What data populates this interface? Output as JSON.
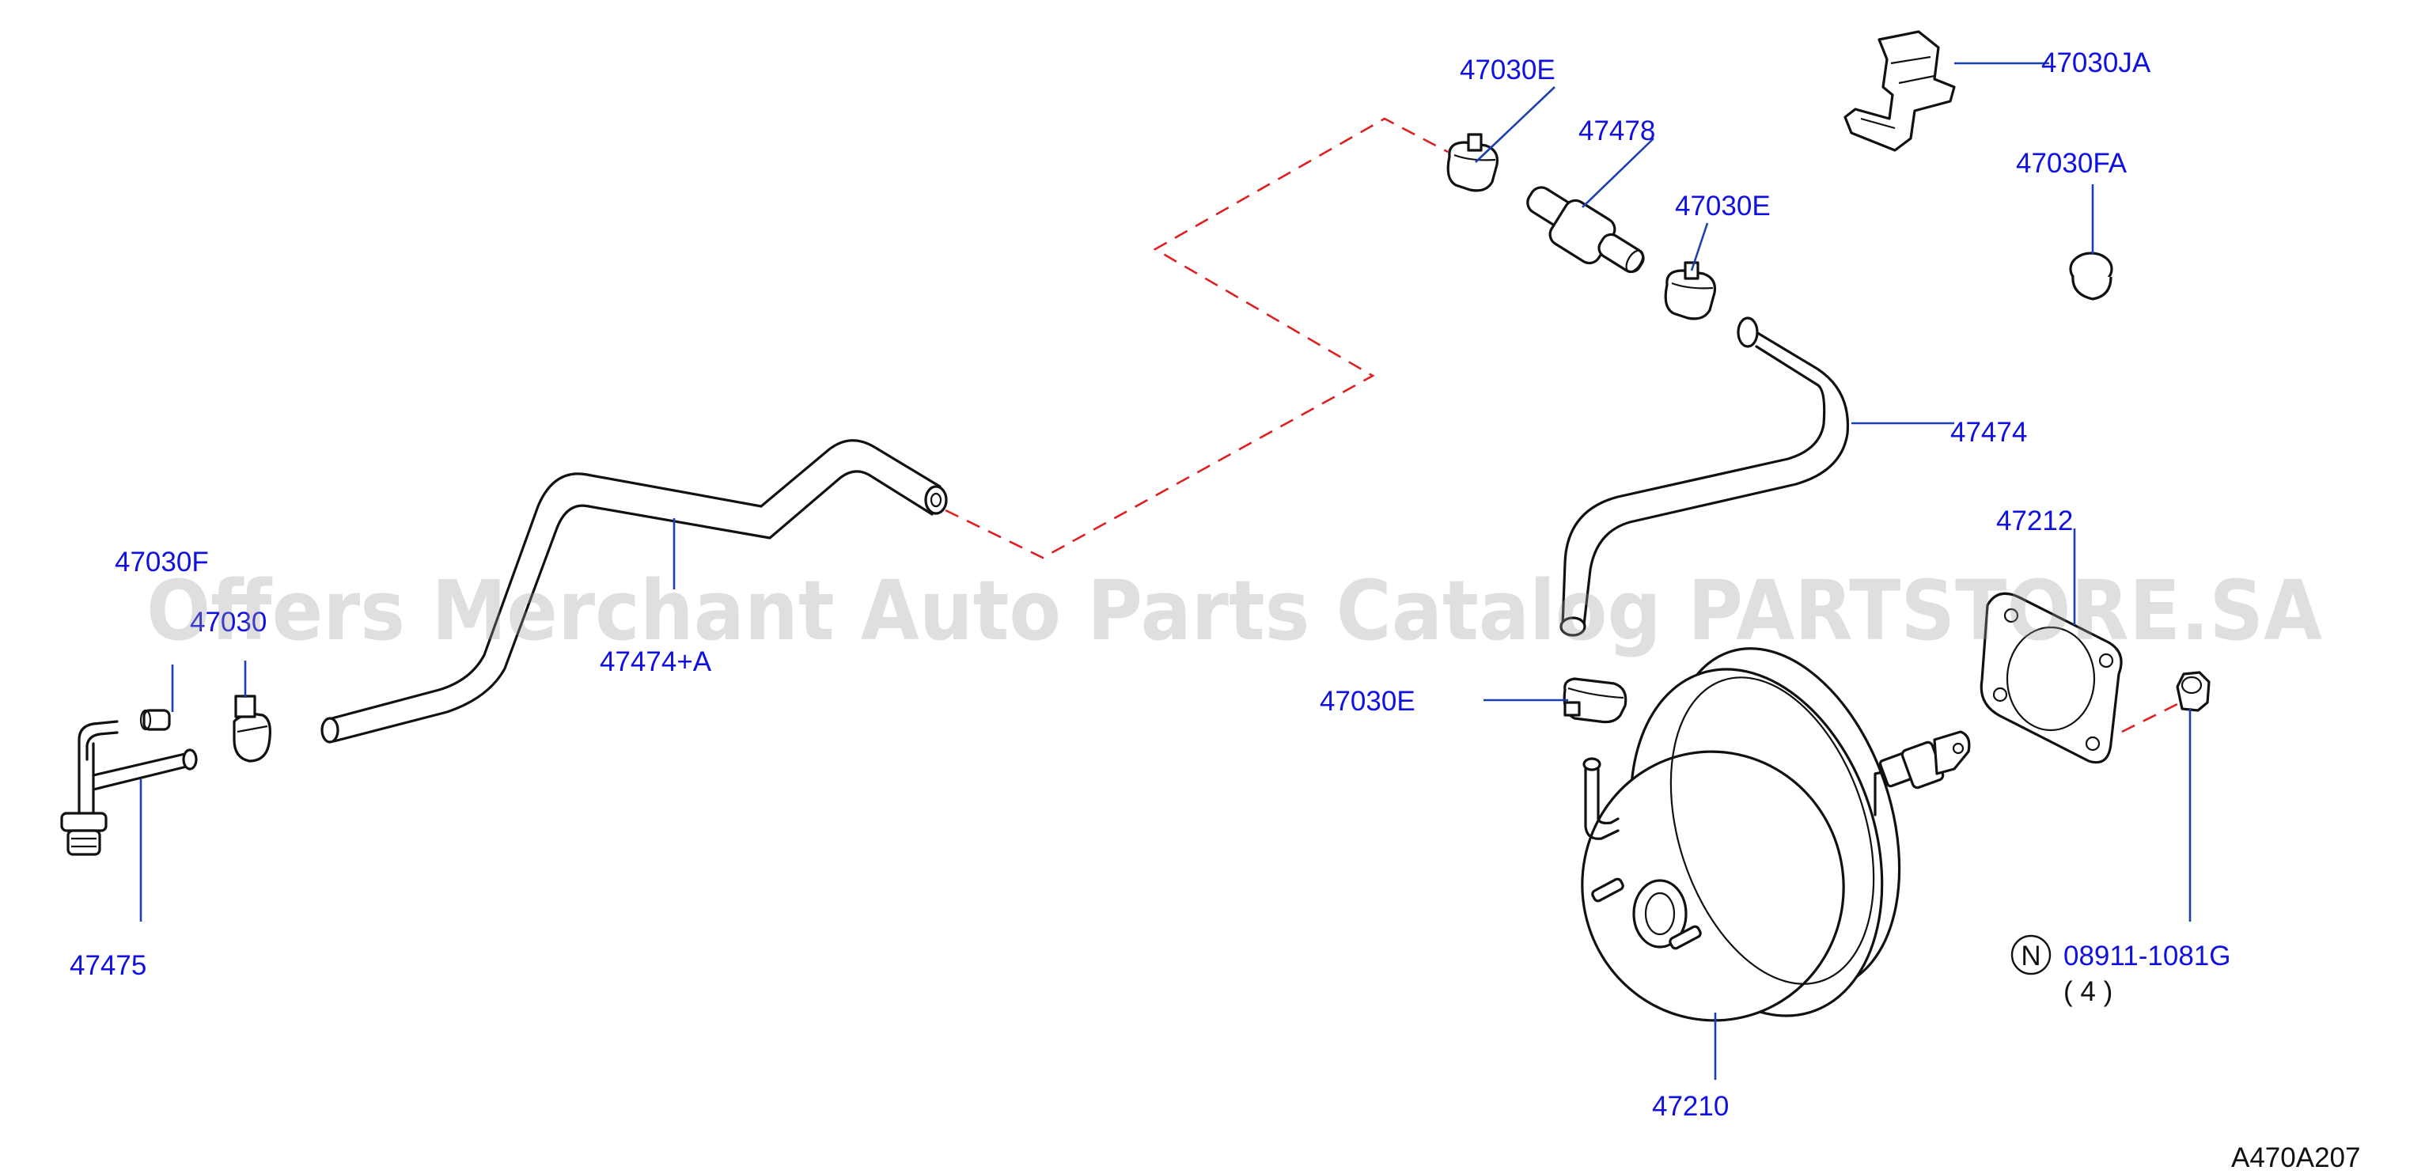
{
  "watermark": "Offers Merchant Auto Parts Catalog PARTSTORE.SA",
  "diagram_code": "A470A207",
  "labels": {
    "p47030E_top": "47030E",
    "p47478": "47478",
    "p47030E_mid": "47030E",
    "p47030JA": "47030JA",
    "p47030FA": "47030FA",
    "p47474": "47474",
    "p47212": "47212",
    "p47030E_booster": "47030E",
    "p47210": "47210",
    "p08911": "08911-1081G",
    "p08911_qty": "( 4 )",
    "nut_symbol": "N",
    "p47474A": "47474+A",
    "p47030F": "47030F",
    "p47030_obscured": "47030",
    "p47475": "47475"
  }
}
